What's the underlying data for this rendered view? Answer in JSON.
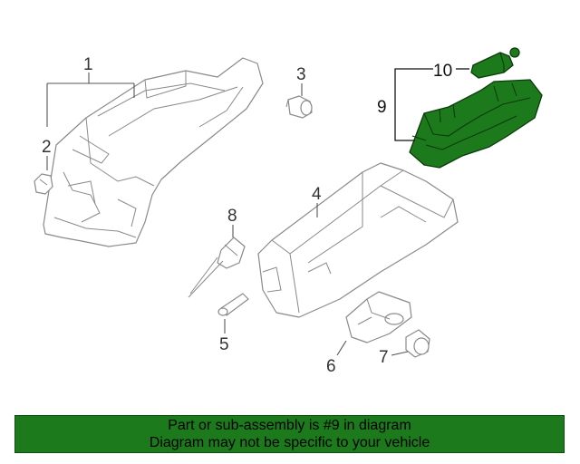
{
  "callouts": {
    "c1": "1",
    "c2": "2",
    "c3": "3",
    "c4": "4",
    "c5": "5",
    "c6": "6",
    "c7": "7",
    "c8": "8",
    "c9": "9",
    "c10": "10"
  },
  "highlight_color": "#1c7a1c",
  "banner": {
    "line1": "Part or sub-assembly is #9 in diagram",
    "line2": "Diagram may not be specific to your vehicle"
  }
}
